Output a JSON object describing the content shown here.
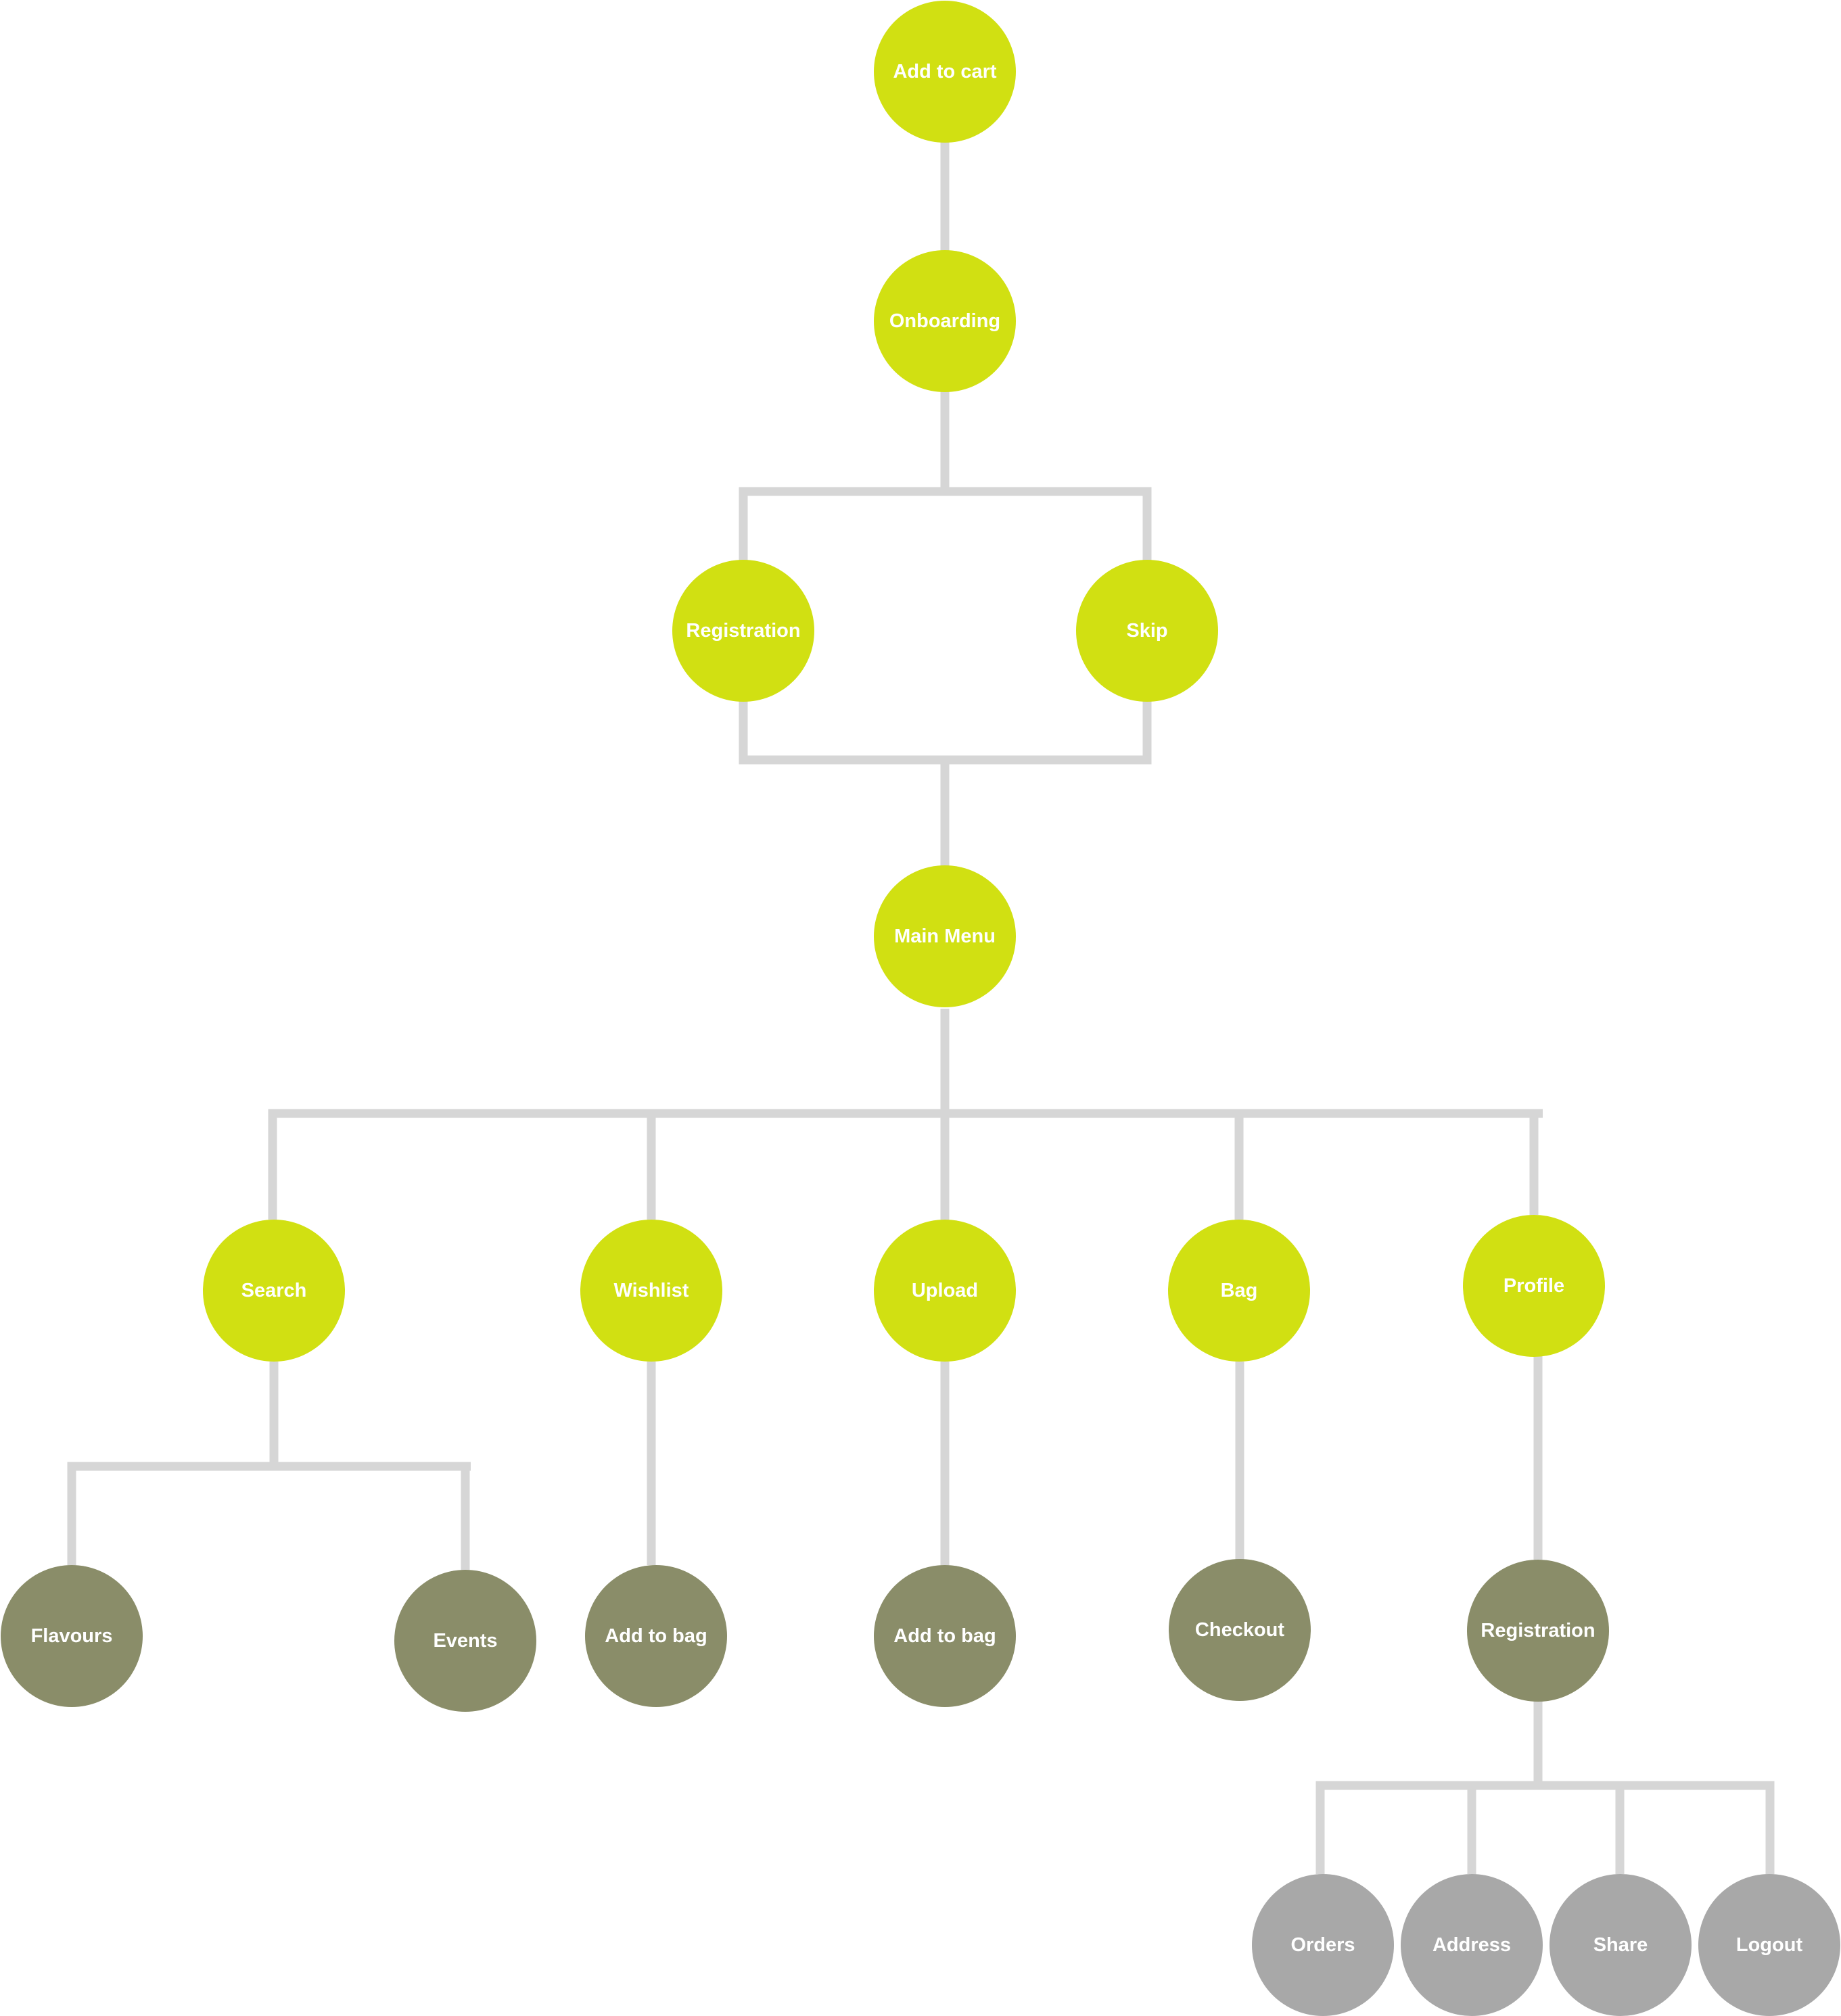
{
  "colors": {
    "primary": "#d1e012",
    "secondary": "#8a8d69",
    "tertiary": "#a8a8a8",
    "connector": "#d6d6d6",
    "label": "#ffffff"
  },
  "nodes": {
    "add_to_cart": "Add to cart",
    "onboarding": "Onboarding",
    "registration": "Registration",
    "skip": "Skip",
    "main_menu": "Main Menu",
    "search": "Search",
    "wishlist": "Wishlist",
    "upload": "Upload",
    "bag": "Bag",
    "profile": "Profile",
    "flavours": "Flavours",
    "events": "Events",
    "wishlist_add_to_bag": "Add to bag",
    "upload_add_to_bag": "Add to bag",
    "checkout": "Checkout",
    "profile_registration": "Registration",
    "orders": "Orders",
    "address": "Address",
    "share": "Share",
    "logout": "Logout"
  }
}
